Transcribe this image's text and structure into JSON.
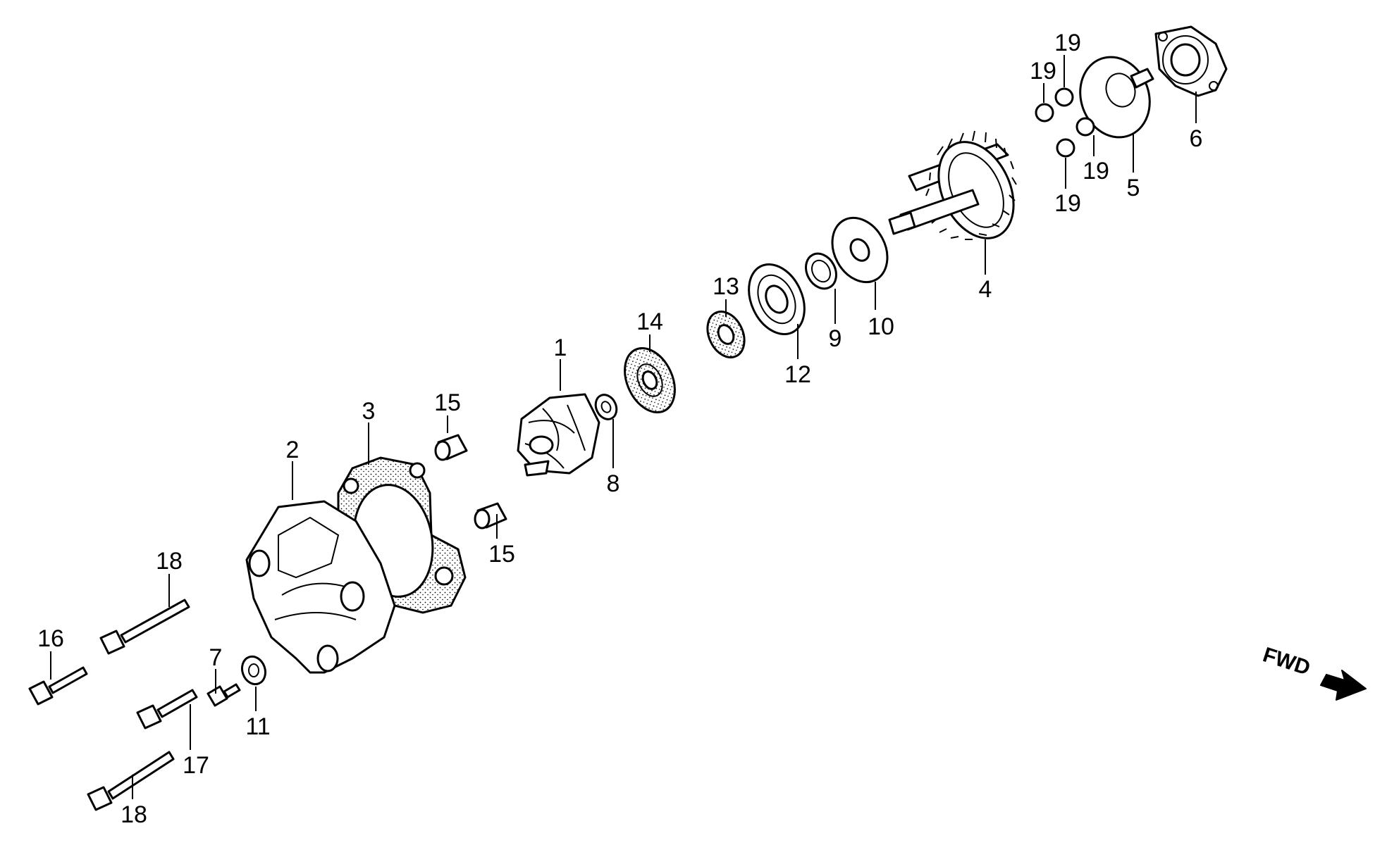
{
  "callouts": [
    {
      "id": "1",
      "label": "1"
    },
    {
      "id": "2",
      "label": "2"
    },
    {
      "id": "3",
      "label": "3"
    },
    {
      "id": "4",
      "label": "4"
    },
    {
      "id": "5",
      "label": "5"
    },
    {
      "id": "6",
      "label": "6"
    },
    {
      "id": "7",
      "label": "7"
    },
    {
      "id": "8",
      "label": "8"
    },
    {
      "id": "9",
      "label": "9"
    },
    {
      "id": "10",
      "label": "10"
    },
    {
      "id": "11",
      "label": "11"
    },
    {
      "id": "12",
      "label": "12"
    },
    {
      "id": "13",
      "label": "13"
    },
    {
      "id": "14",
      "label": "14"
    },
    {
      "id": "15a",
      "label": "15"
    },
    {
      "id": "15b",
      "label": "15"
    },
    {
      "id": "16",
      "label": "16"
    },
    {
      "id": "17",
      "label": "17"
    },
    {
      "id": "18a",
      "label": "18"
    },
    {
      "id": "18b",
      "label": "18"
    },
    {
      "id": "19a",
      "label": "19"
    },
    {
      "id": "19b",
      "label": "19"
    },
    {
      "id": "19c",
      "label": "19"
    },
    {
      "id": "19d",
      "label": "19"
    }
  ],
  "direction": {
    "label": "FWD",
    "icon": "arrow-right-icon"
  }
}
